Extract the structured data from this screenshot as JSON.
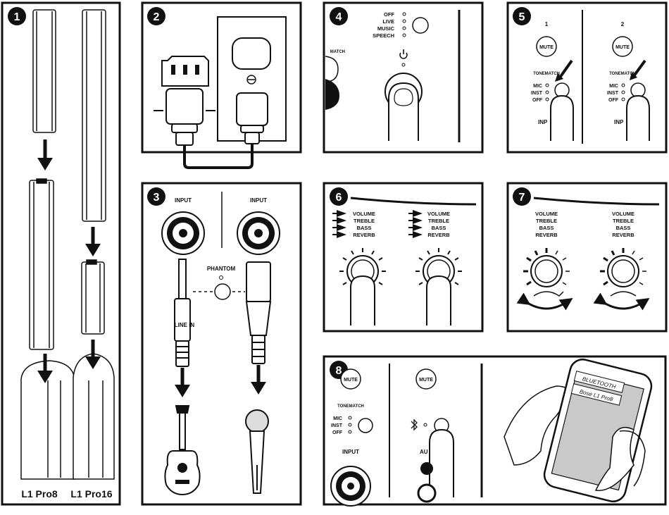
{
  "steps": [
    "1",
    "2",
    "3",
    "4",
    "5",
    "6",
    "7",
    "8"
  ],
  "panel1": {
    "model_a": "L1 Pro8",
    "model_b": "L1 Pro16"
  },
  "panel3": {
    "input_left": "INPUT",
    "input_right": "INPUT",
    "phantom": "PHANTOM",
    "line_in": "LINE IN"
  },
  "panel4": {
    "modes": [
      "OFF",
      "LIVE",
      "MUSIC",
      "SPEECH"
    ],
    "partial_label": "MATCH"
  },
  "panel5": {
    "channel_1": "1",
    "channel_2": "2",
    "mute": "MUTE",
    "tonematch": "TONEMATCH",
    "options": [
      "MIC",
      "INST",
      "OFF"
    ],
    "input_partial": "INP"
  },
  "panel6": {
    "params": [
      "VOLUME",
      "TREBLE",
      "BASS",
      "REVERB"
    ]
  },
  "panel7": {
    "params": [
      "VOLUME",
      "TREBLE",
      "BASS",
      "REVERB"
    ]
  },
  "panel8": {
    "mute_a": "MUTE",
    "mute_b": "MUTE",
    "tonematch": "TONEMATCH",
    "options": [
      "MIC",
      "INST",
      "OFF"
    ],
    "input": "INPUT",
    "aux_partial": "AU",
    "bluetooth_header": "BLUETOOTH",
    "device_name": "Bose L1 Pro8"
  }
}
